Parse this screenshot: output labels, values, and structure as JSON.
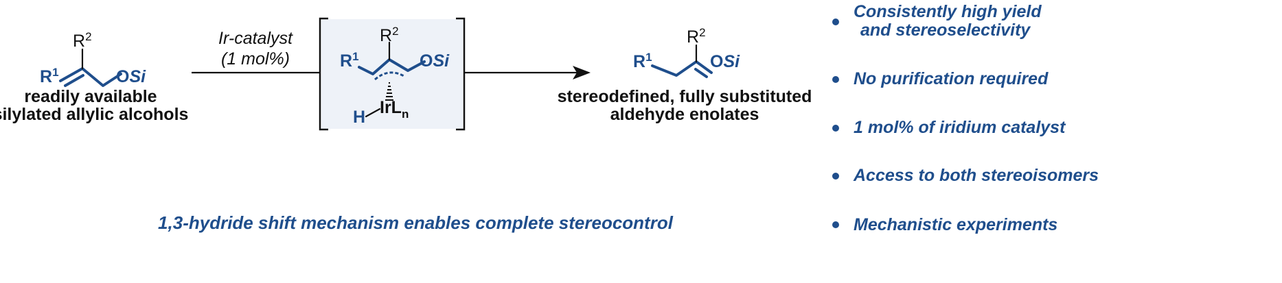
{
  "colors": {
    "accent": "#1f4e8c",
    "text": "#111111",
    "box_fill": "#eef2f8"
  },
  "start_material": {
    "r2": "R",
    "r2_sup": "2",
    "r1": "R",
    "r1_sup": "1",
    "oxygen": "O",
    "silyl": "Si",
    "caption_line1": "readily available",
    "caption_line2": "silylated allylic alcohols"
  },
  "reagent": {
    "line1": "Ir-catalyst",
    "line2": "(1 mol%)"
  },
  "intermediate": {
    "r2": "R",
    "r2_sup": "2",
    "r1": "R",
    "r1_sup": "1",
    "oxygen": "O",
    "silyl": "Si",
    "metal": "IrL",
    "metal_sub": "n",
    "hydride": "H"
  },
  "product": {
    "r2": "R",
    "r2_sup": "2",
    "r1": "R",
    "r1_sup": "1",
    "oxygen": "O",
    "silyl": "Si",
    "caption_line1": "stereodefined, fully substituted",
    "caption_line2": "aldehyde enolates"
  },
  "mechanism_caption": "1,3-hydride shift mechanism enables complete stereocontrol",
  "bullets": [
    {
      "lines": [
        "Consistently high yield",
        "and stereoselectivity"
      ]
    },
    {
      "lines": [
        "No purification required"
      ]
    },
    {
      "lines": [
        "1 mol% of iridium catalyst"
      ]
    },
    {
      "lines": [
        "Access to both stereoisomers"
      ]
    },
    {
      "lines": [
        "Mechanistic experiments"
      ]
    }
  ]
}
